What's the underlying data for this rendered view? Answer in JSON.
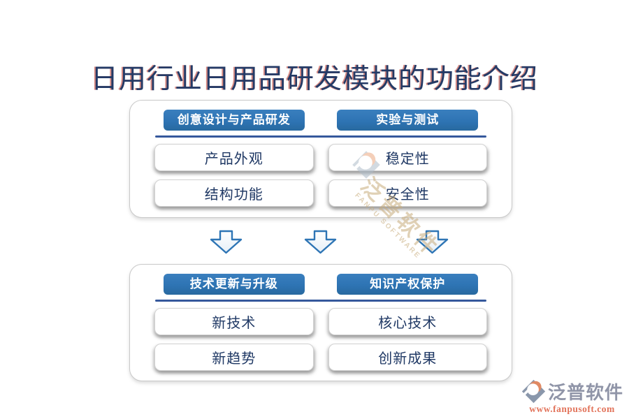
{
  "title": "日用行业日用品研发模块的功能介绍",
  "panels": [
    {
      "columns": [
        {
          "header": "创意设计与产品研发",
          "items": [
            "产品外观",
            "结构功能"
          ]
        },
        {
          "header": "实验与测试",
          "items": [
            "稳定性",
            "安全性"
          ]
        }
      ]
    },
    {
      "columns": [
        {
          "header": "技术更新与升级",
          "items": [
            "新技术",
            "新趋势"
          ]
        },
        {
          "header": "知识产权保护",
          "items": [
            "核心技术",
            "创新成果"
          ]
        }
      ]
    }
  ],
  "watermark": {
    "brand": "泛普软件",
    "subtext": "FANPU SOFTWARE"
  },
  "footer": {
    "brand": "泛普软件",
    "url": "www.fanpusoft.com"
  },
  "colors": {
    "header_blue": "#2E74B4",
    "divider_navy": "#35589C",
    "title_navy": "#243A66",
    "accent_orange": "#E2735A",
    "brand_gray": "#9095A8",
    "watermark_tan": "#C8AC7C"
  }
}
